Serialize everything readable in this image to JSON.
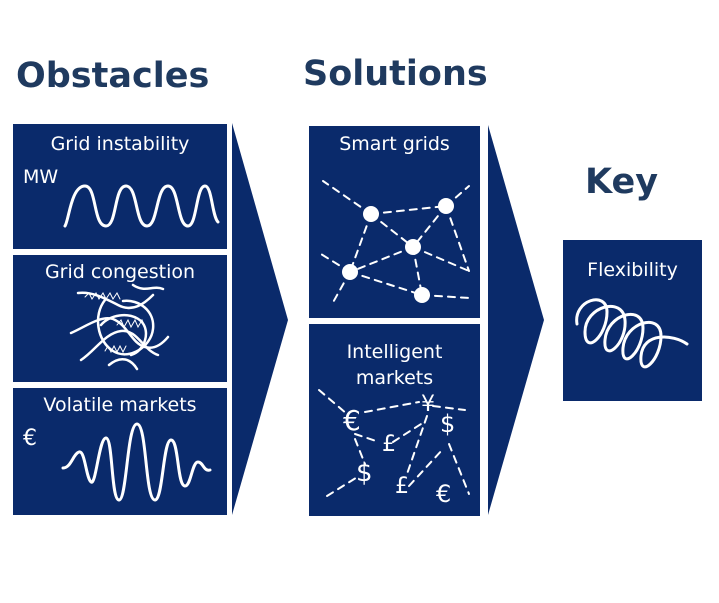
{
  "headings": {
    "obstacles": "Obstacles",
    "solutions": "Solutions",
    "key": "Key"
  },
  "obstacles": {
    "grid_instability": {
      "title": "Grid instability",
      "unit": "MW"
    },
    "grid_congestion": {
      "title": "Grid congestion"
    },
    "volatile_markets": {
      "title": "Volatile markets",
      "currency": "€"
    }
  },
  "solutions": {
    "smart_grids": {
      "title": "Smart grids"
    },
    "intelligent_markets": {
      "title_line1": "Intelligent",
      "title_line2": "markets",
      "symbols": [
        "€",
        "¥",
        "$",
        "£",
        "$",
        "£",
        "€"
      ]
    }
  },
  "key": {
    "flexibility": {
      "title": "Flexibility"
    }
  },
  "colors": {
    "box": "#0a2a6b",
    "heading": "#1f3a5f",
    "line": "#ffffff"
  },
  "icons": [
    "wave-icon",
    "tangle-icon",
    "network-icon",
    "coil-icon"
  ]
}
